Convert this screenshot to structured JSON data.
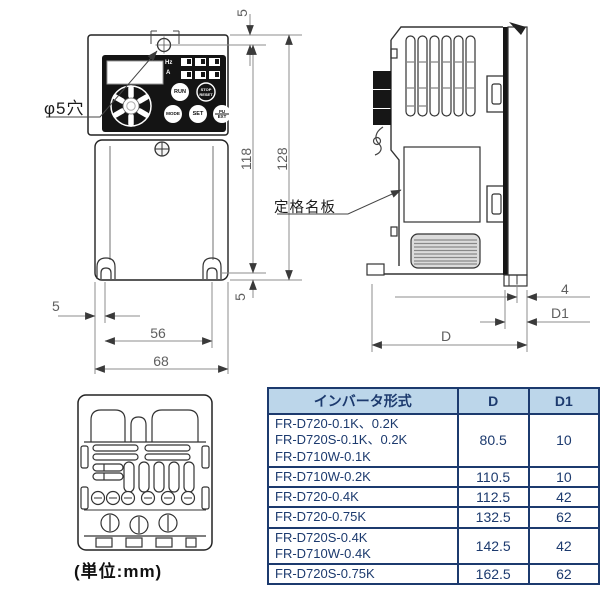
{
  "drawing": {
    "hole_label": "φ5穴",
    "nameplate_label": "定格名板",
    "unit_label": "(単位:mm)"
  },
  "dimensions": {
    "front_top_hole_offset": "5",
    "front_hole_pitch_vertical": "118",
    "front_height": "128",
    "front_bottom_hole_offset": "5",
    "front_left_hole_offset": "5",
    "front_hole_pitch_horizontal": "56",
    "front_width": "68",
    "side_front_lip": "4",
    "side_d1_label": "D1",
    "side_depth_label": "D"
  },
  "keypad": {
    "hz_label": "Hz",
    "amp_label": "A",
    "run_button": "RUN",
    "stop_reset_button": "STOP\nRESET",
    "mode_button": "MODE",
    "set_button": "SET",
    "pu_ext_button": "PU\nEXT"
  },
  "table": {
    "headers": [
      "インバータ形式",
      "D",
      "D1"
    ],
    "rows": [
      {
        "model": "FR-D720-0.1K、0.2K\nFR-D720S-0.1K、0.2K\nFR-D710W-0.1K",
        "d": "80.5",
        "d1": "10"
      },
      {
        "model": "FR-D710W-0.2K",
        "d": "110.5",
        "d1": "10"
      },
      {
        "model": "FR-D720-0.4K",
        "d": "112.5",
        "d1": "42"
      },
      {
        "model": "FR-D720-0.75K",
        "d": "132.5",
        "d1": "62"
      },
      {
        "model": "FR-D720S-0.4K\nFR-D710W-0.4K",
        "d": "142.5",
        "d1": "42"
      },
      {
        "model": "FR-D720S-0.75K",
        "d": "162.5",
        "d1": "62"
      }
    ]
  },
  "colors": {
    "table_border": "#1c3a6e",
    "table_header_bg": "#bcd6ea",
    "table_text": "#1c3a6e",
    "line_color": "#333333",
    "dim_color": "#5f5f5f"
  }
}
